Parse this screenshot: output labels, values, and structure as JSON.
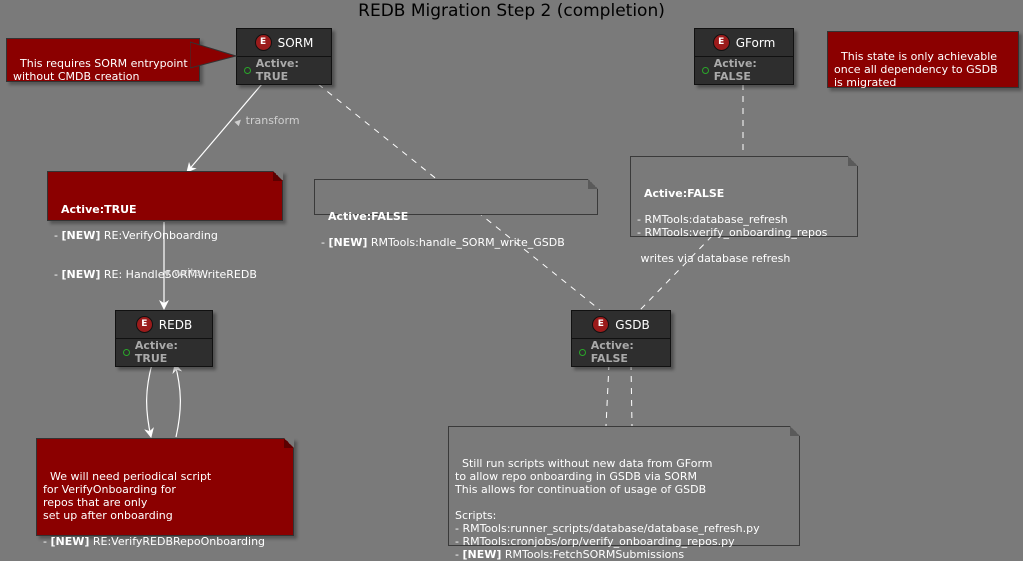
{
  "title": "REDB Migration Step 2 (completion)",
  "entities": {
    "sorm": {
      "badge": "E",
      "name": "SORM",
      "attr": "Active: TRUE"
    },
    "gform": {
      "badge": "E",
      "name": "GForm",
      "attr": "Active: FALSE"
    },
    "redb": {
      "badge": "E",
      "name": "REDB",
      "attr": "Active: TRUE"
    },
    "gsdb": {
      "badge": "E",
      "name": "GSDB",
      "attr": "Active: FALSE"
    }
  },
  "notes": {
    "sorm_entrypoint": "This requires SORM entrypoint\nwithout CMDB creation",
    "state_achievable": "This state is only achievable\nonce all dependency to GSDB\nis migrated",
    "redb_active": {
      "heading": "Active:TRUE",
      "line1_prefix": "- ",
      "line1_new": "[NEW]",
      "line1_text": " RE:VerifyOnboarding",
      "line2_prefix": "- ",
      "line2_new": "[NEW]",
      "line2_text": " RE: HandleSORMWriteREDB"
    },
    "gsdb_write": {
      "heading": "Active:FALSE",
      "line1_prefix": "- ",
      "line1_new": "[NEW]",
      "line1_text": " RMTools:handle_SORM_write_GSDB"
    },
    "gform_active": {
      "heading": "Active:FALSE",
      "body": "- RMTools:database_refresh\n- RMTools:verify_onboarding_repos\n\n writes via database refresh"
    },
    "periodical": {
      "body": "We will need periodical script\nfor VerifyOnboarding for\nrepos that are only\nset up after onboarding\n\n",
      "last_prefix": "- ",
      "last_new": "[NEW]",
      "last_text": " RE:VerifyREDBRepoOnboarding"
    },
    "scripts": {
      "body": "Still run scripts without new data from GForm\nto allow repo onboarding in GSDB via SORM\nThis allows for continuation of usage of GSDB\n\nScripts:\n- RMTools:runner_scripts/database/database_refresh.py\n- RMTools:cronjobs/orp/verify_onboarding_repos.py\n",
      "last_prefix": "- ",
      "last_new": "[NEW]",
      "last_text": " RMTools:FetchSORMSubmissions"
    }
  },
  "edges": {
    "transform_label": "transform",
    "write_label": "write",
    "arrow_glyph": "▲",
    "arrow_down_glyph": "▼"
  }
}
